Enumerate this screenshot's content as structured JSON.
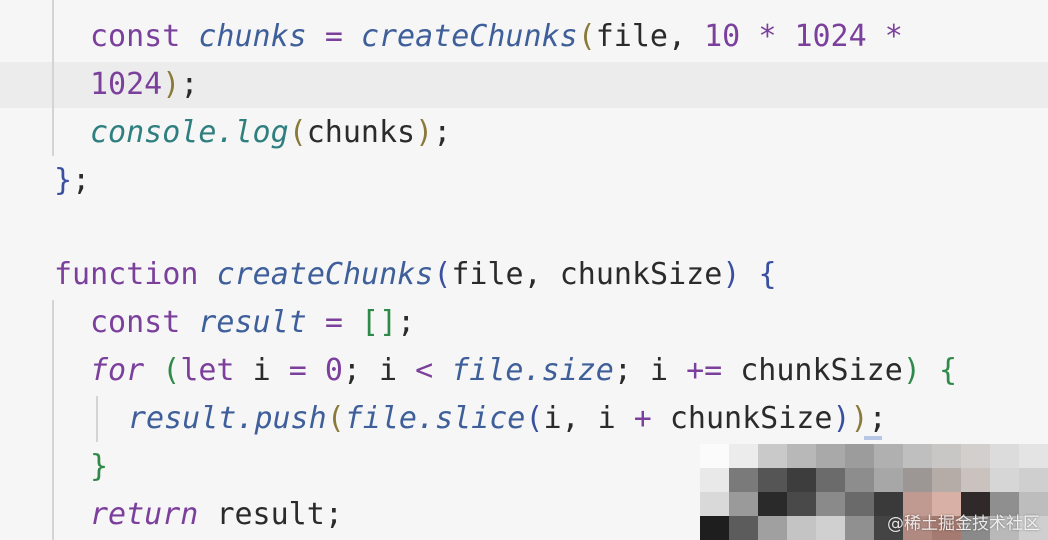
{
  "code": {
    "line1": {
      "kw": "const",
      "var": "chunks",
      "eq": "=",
      "fn": "createChunks",
      "paren_open": "(",
      "arg": "file,",
      "n1": "10",
      "star1": "*",
      "n2": "1024",
      "star2": "*"
    },
    "line2": {
      "n3": "1024",
      "paren_close": ")",
      "semi": ";"
    },
    "line3": {
      "obj": "console",
      "dot": ".",
      "method": "log",
      "paren_open": "(",
      "arg": "chunks",
      "paren_close": ")",
      "semi": ";"
    },
    "line4": {
      "brace": "}",
      "semi": ";"
    },
    "line5": {
      "kw": "function",
      "fn": "createChunks",
      "paren_open": "(",
      "params": "file, chunkSize",
      "paren_close": ")",
      "brace": "{"
    },
    "line6": {
      "kw": "const",
      "var": "result",
      "eq": "=",
      "arr": "[]",
      "semi": ";"
    },
    "line7": {
      "kw": "for",
      "paren_open": "(",
      "let": "let",
      "i": "i",
      "eq": "=",
      "zero": "0",
      "semi1": ";",
      "i2": "i",
      "lt": "<",
      "obj": "file",
      "dot": ".",
      "prop": "size",
      "semi2": ";",
      "i3": "i",
      "pluseq": "+=",
      "step": "chunkSize",
      "paren_close": ")",
      "brace": "{"
    },
    "line8": {
      "obj": "result",
      "dot": ".",
      "method": "push",
      "paren_open": "(",
      "obj2": "file",
      "dot2": ".",
      "method2": "slice",
      "paren_open2": "(",
      "args": "i, i",
      "plus": "+",
      "arg2": "chunkSize",
      "paren_close2": ")",
      "paren_close": ")",
      "semi": ";"
    },
    "line9": {
      "brace": "}"
    },
    "line10": {
      "kw": "return",
      "val": "result",
      "semi": ";"
    }
  },
  "watermark": "@稀土掘金技术社区",
  "colors": {
    "keyword": "#7b3f9c",
    "identifier": "#3e5f9a",
    "console": "#2f7f7f",
    "text": "#2b2b2b",
    "background": "#f6f6f6",
    "current_line": "#ececec"
  }
}
